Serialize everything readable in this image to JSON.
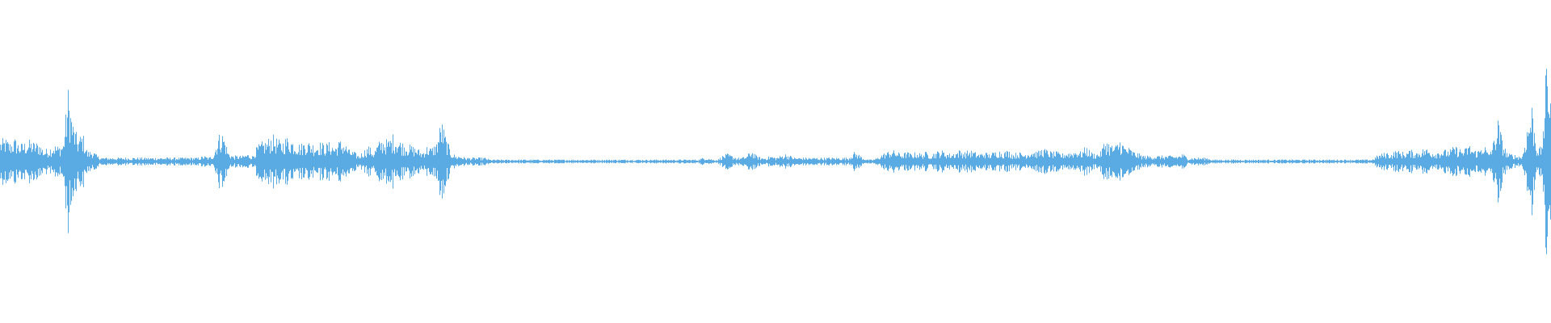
{
  "waveform": {
    "color": "#5aaae3",
    "background": "#ffffff",
    "baseline_fraction": 0.5,
    "envelope": [
      0.11,
      0.12,
      0.1,
      0.12,
      0.09,
      0.1,
      0.11,
      0.1,
      0.1,
      0.06,
      0.07,
      0.09,
      0.08,
      0.1,
      0.38,
      0.2,
      0.12,
      0.15,
      0.05,
      0.06,
      0.03,
      0.02,
      0.02,
      0.02,
      0.02,
      0.02,
      0.02,
      0.02,
      0.02,
      0.02,
      0.02,
      0.02,
      0.02,
      0.02,
      0.02,
      0.02,
      0.02,
      0.02,
      0.02,
      0.02,
      0.02,
      0.02,
      0.03,
      0.02,
      0.04,
      0.14,
      0.15,
      0.05,
      0.03,
      0.03,
      0.03,
      0.04,
      0.03,
      0.08,
      0.1,
      0.11,
      0.14,
      0.12,
      0.1,
      0.13,
      0.12,
      0.1,
      0.09,
      0.11,
      0.1,
      0.09,
      0.1,
      0.09,
      0.1,
      0.08,
      0.11,
      0.1,
      0.06,
      0.05,
      0.03,
      0.06,
      0.08,
      0.05,
      0.1,
      0.12,
      0.11,
      0.14,
      0.12,
      0.1,
      0.09,
      0.08,
      0.07,
      0.05,
      0.08,
      0.07,
      0.1,
      0.22,
      0.12,
      0.05,
      0.03,
      0.03,
      0.02,
      0.02,
      0.02,
      0.02,
      0.02,
      0.01,
      0.01,
      0.01,
      0.01,
      0.01,
      0.01,
      0.01,
      0.01,
      0.01,
      0.01,
      0.01,
      0.01,
      0.01,
      0.01,
      0.01,
      0.01,
      0.01,
      0.01,
      0.01,
      0.01,
      0.01,
      0.01,
      0.01,
      0.01,
      0.01,
      0.01,
      0.01,
      0.01,
      0.01,
      0.01,
      0.01,
      0.01,
      0.01,
      0.01,
      0.01,
      0.01,
      0.01,
      0.01,
      0.01,
      0.01,
      0.01,
      0.01,
      0.01,
      0.01,
      0.02,
      0.02,
      0.01,
      0.01,
      0.03,
      0.04,
      0.03,
      0.02,
      0.02,
      0.03,
      0.06,
      0.03,
      0.02,
      0.02,
      0.03,
      0.02,
      0.03,
      0.04,
      0.03,
      0.02,
      0.02,
      0.02,
      0.02,
      0.02,
      0.02,
      0.02,
      0.02,
      0.02,
      0.02,
      0.02,
      0.02,
      0.05,
      0.04,
      0.02,
      0.01,
      0.01,
      0.02,
      0.04,
      0.05,
      0.06,
      0.05,
      0.04,
      0.05,
      0.04,
      0.05,
      0.04,
      0.05,
      0.04,
      0.05,
      0.06,
      0.05,
      0.04,
      0.05,
      0.06,
      0.05,
      0.06,
      0.05,
      0.04,
      0.05,
      0.04,
      0.05,
      0.06,
      0.05,
      0.06,
      0.04,
      0.05,
      0.04,
      0.05,
      0.06,
      0.05,
      0.07,
      0.06,
      0.05,
      0.05,
      0.04,
      0.05,
      0.05,
      0.06,
      0.05,
      0.08,
      0.05,
      0.04,
      0.05,
      0.12,
      0.09,
      0.08,
      0.12,
      0.08,
      0.07,
      0.05,
      0.04,
      0.03,
      0.03,
      0.03,
      0.03,
      0.03,
      0.03,
      0.03,
      0.03,
      0.04,
      0.02,
      0.02,
      0.02,
      0.02,
      0.02,
      0.01,
      0.01,
      0.01,
      0.01,
      0.01,
      0.01,
      0.01,
      0.01,
      0.01,
      0.01,
      0.01,
      0.01,
      0.01,
      0.01,
      0.01,
      0.01,
      0.01,
      0.01,
      0.01,
      0.01,
      0.01,
      0.01,
      0.01,
      0.01,
      0.01,
      0.01,
      0.01,
      0.01,
      0.01,
      0.01,
      0.01,
      0.01,
      0.01,
      0.01,
      0.03,
      0.04,
      0.05,
      0.04,
      0.06,
      0.05,
      0.05,
      0.06,
      0.05,
      0.06,
      0.07,
      0.06,
      0.05,
      0.06,
      0.06,
      0.06,
      0.08,
      0.07,
      0.06,
      0.09,
      0.06,
      0.06,
      0.1,
      0.04,
      0.1,
      0.22,
      0.1,
      0.04,
      0.04,
      0.03,
      0.03,
      0.18,
      0.3,
      0.08,
      0.07,
      0.5
    ]
  }
}
